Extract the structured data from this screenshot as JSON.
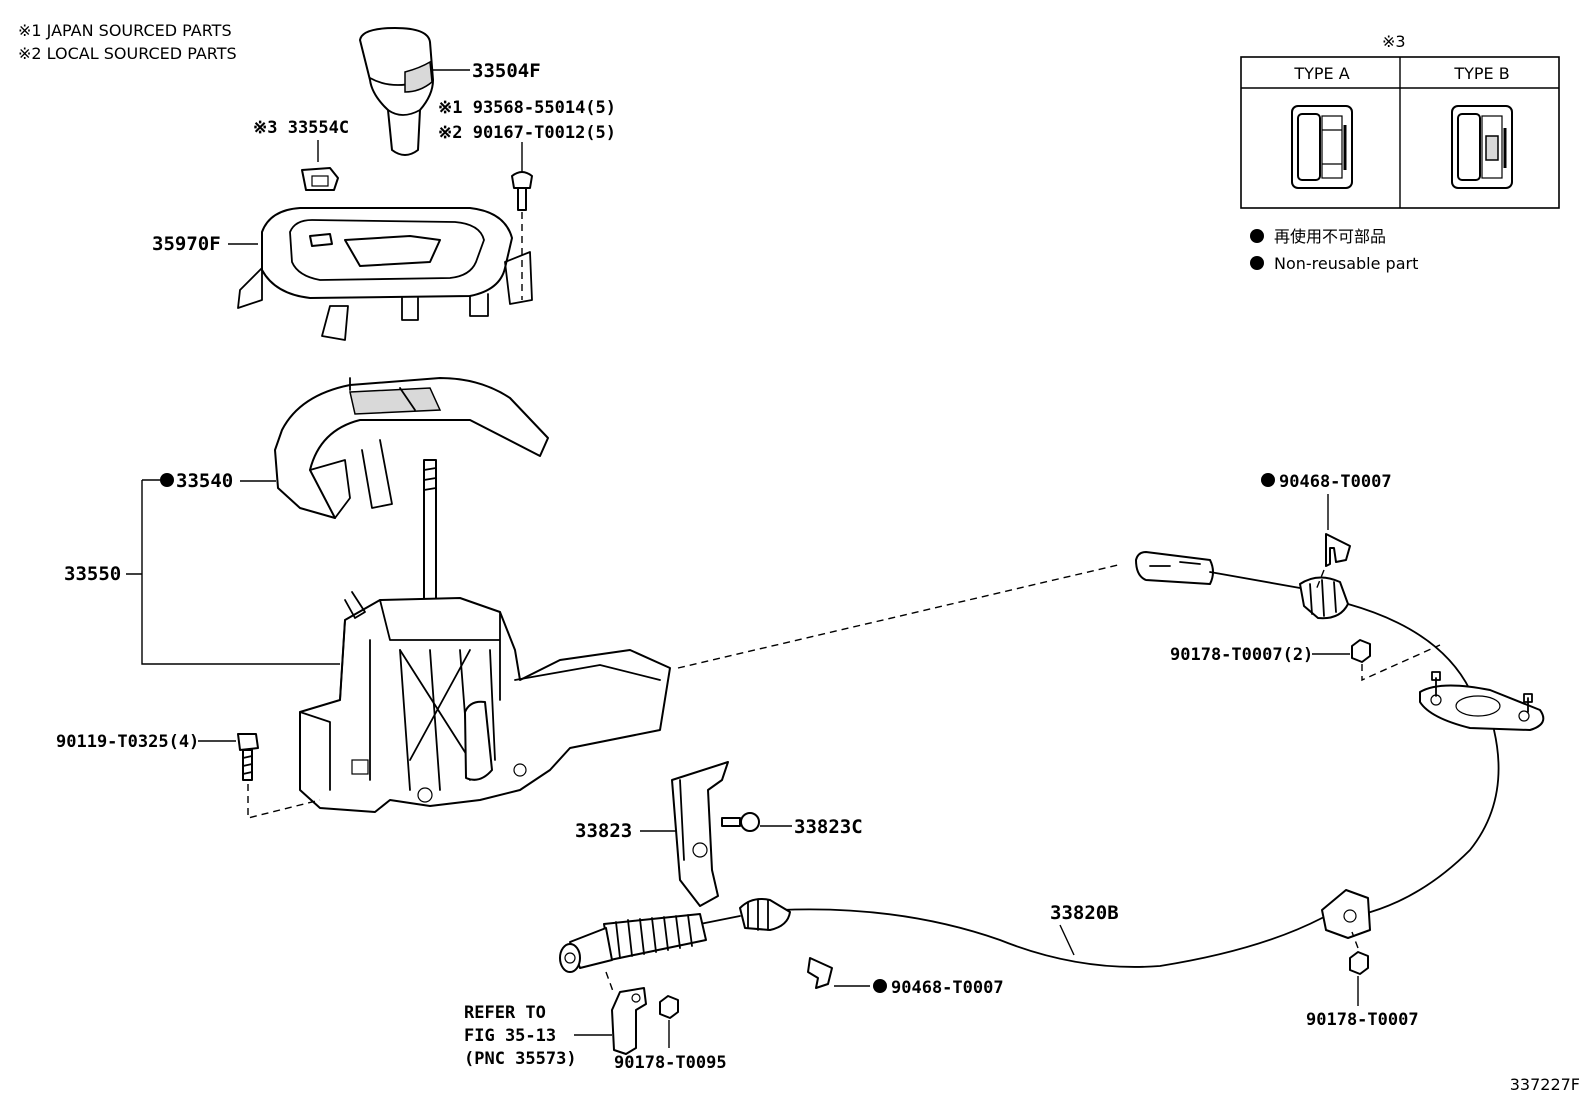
{
  "notes": {
    "note1": "※1 JAPAN SOURCED PARTS",
    "note2": "※2 LOCAL SOURCED PARTS"
  },
  "type_table": {
    "mark": "※3",
    "type_a": "TYPE A",
    "type_b": "TYPE B"
  },
  "legend": {
    "line1": "再使用不可部品",
    "line2": "Non-reusable part"
  },
  "labels": {
    "knob": "33504F",
    "screw_jp": "※1 93568-55014(5)",
    "screw_local": "※2 90167-T0012(5)",
    "clip_top": "※3 33554C",
    "bezel": "35970F",
    "cover": "33540",
    "shift_assy": "33550",
    "bolt": "90119-T0325(4)",
    "bracket": "33823",
    "bracket_bolt": "33823C",
    "cable": "33820B",
    "clip_upper": "90468-T0007",
    "nut_upper": "90178-T0007(2)",
    "clip_lower": "90468-T0007",
    "nut_lower": "90178-T0007",
    "nut_bottom": "90178-T0095",
    "refer_1": "REFER TO",
    "refer_2": "FIG 35-13",
    "refer_3": "(PNC 35573)"
  },
  "figure_id": "337227F",
  "icons": [
    "non-reusable-dot-icon"
  ]
}
